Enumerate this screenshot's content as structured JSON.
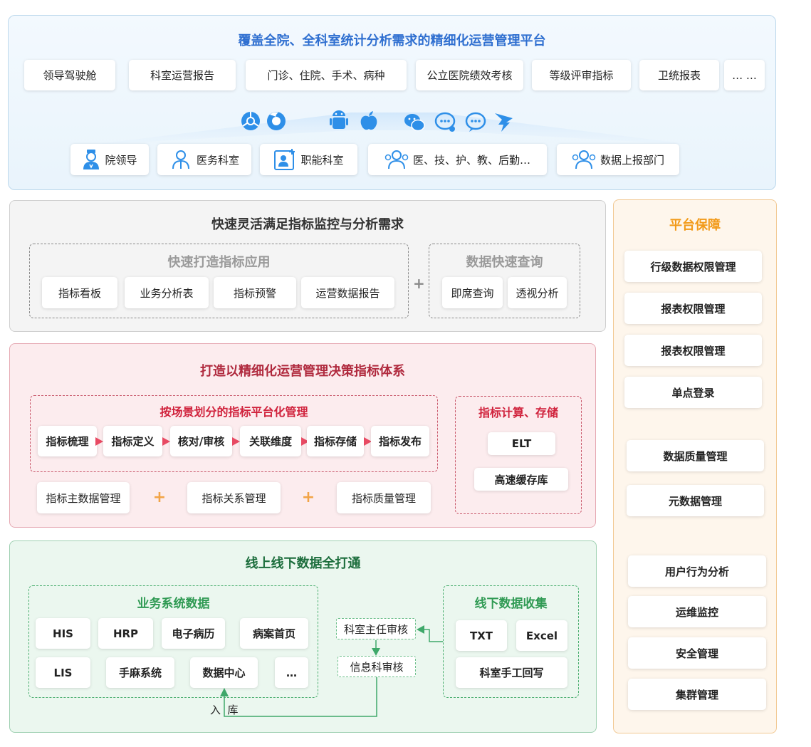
{
  "platform": {
    "title": "覆盖全院、全科室统计分析需求的精细化运营管理平台",
    "modules": [
      "领导驾驶舱",
      "科室运营报告",
      "门诊、住院、手术、病种",
      "公立医院绩效考核",
      "等级评审指标",
      "卫统报表",
      "… …"
    ],
    "client_icons": [
      "chrome-icon",
      "firefox-icon",
      "android-icon",
      "apple-icon",
      "wechat-icon",
      "qq-chat-icon",
      "speech-bubble-icon",
      "dingtalk-icon"
    ],
    "roles": [
      "院领导",
      "医务科室",
      "职能科室",
      "医、技、护、教、后勤…",
      "数据上报部门"
    ]
  },
  "quick": {
    "title": "快速灵活满足指标监控与分析需求",
    "apps_title": "快速打造指标应用",
    "apps": [
      "指标看板",
      "业务分析表",
      "指标预警",
      "运营数据报告"
    ],
    "plus": "+",
    "query_title": "数据快速查询",
    "queries": [
      "即席查询",
      "透视分析"
    ]
  },
  "index": {
    "title": "打造以精细化运营管理决策指标体系",
    "scene_title": "按场景划分的指标平台化管理",
    "steps": [
      "指标梳理",
      "指标定义",
      "核对/审核",
      "关联维度",
      "指标存储",
      "指标发布"
    ],
    "mgmt": [
      "指标主数据管理",
      "指标关系管理",
      "指标质量管理"
    ],
    "plus": "+",
    "calc_title": "指标计算、存储",
    "calc": [
      "ELT",
      "高速缓存库"
    ]
  },
  "data": {
    "title": "线上线下数据全打通",
    "biz_title": "业务系统数据",
    "biz": [
      "HIS",
      "HRP",
      "电子病历",
      "病案首页",
      "LIS",
      "手麻系统",
      "数据中心",
      "…"
    ],
    "offline_title": "线下数据收集",
    "offline": [
      "TXT",
      "Excel",
      "科室手工回写"
    ],
    "review1": "科室主任审核",
    "review2": "信息科审核",
    "store": "入  库"
  },
  "guard": {
    "title": "平台保障",
    "items": [
      "行级数据权限管理",
      "报表权限管理",
      "报表权限管理",
      "单点登录",
      "数据质量管理",
      "元数据管理",
      "用户行为分析",
      "运维监控",
      "安全管理",
      "集群管理"
    ]
  },
  "colors": {
    "top_title": "#2f6fd0",
    "icon_blue": "#2e8fe8",
    "idx_title": "#b02a3e",
    "idx_sub": "#d0223c",
    "arrow_pink": "#e84a63",
    "plus_orange": "#f2a447",
    "data_title": "#1d6e3d",
    "data_sub": "#2f9a53",
    "guard_title": "#f29a19"
  }
}
